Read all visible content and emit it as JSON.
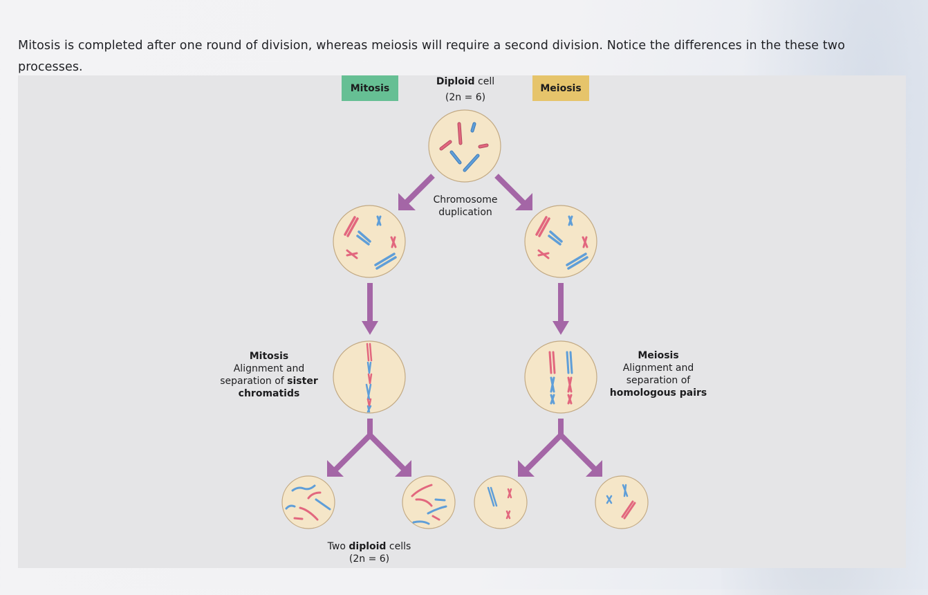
{
  "intro_text": "Mitosis is completed after one round of division, whereas meiosis will require a second division. Notice the differences in the these two processes.",
  "diagram": {
    "tags": {
      "mitosis": {
        "label": "Mitosis",
        "color": "#66bf94"
      },
      "meiosis": {
        "label": "Meiosis",
        "color": "#e6c46b"
      }
    },
    "top_cell": {
      "title_bold": "Diploid",
      "title_rest": " cell",
      "formula": "(2n = 6)"
    },
    "duplication_label": [
      "Chromosome",
      "duplication"
    ],
    "mitosis_caption": {
      "title": "Mitosis",
      "line1": "Alignment and",
      "line2_normal": "separation of ",
      "line2_bold": "sister",
      "line3_bold": "chromatids"
    },
    "meiosis_caption": {
      "title": "Meiosis",
      "line1": "Alignment and",
      "line2": "separation of",
      "line3_bold": "homologous pairs"
    },
    "bottom_caption": {
      "normal1": "Two ",
      "bold": "diploid",
      "normal2": " cells",
      "formula": "(2n = 6)"
    },
    "colors": {
      "arrow": "#a466a6",
      "cell_fill": "#f5e6c8",
      "cell_stroke": "#c2a983",
      "chromosome_red": "#e2677e",
      "chromosome_blue": "#5f9ed8"
    }
  }
}
